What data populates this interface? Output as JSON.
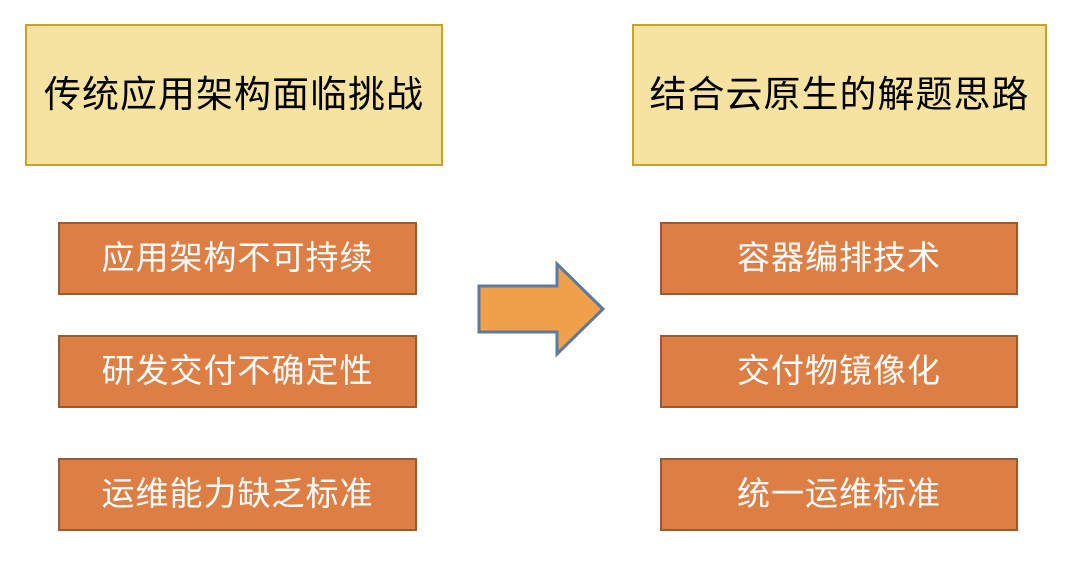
{
  "diagram": {
    "title_left": "传统应用架构面临挑战",
    "title_right": "结合云原生的解题思路",
    "columns": {
      "left": {
        "header": "传统应用架构面临挑战",
        "items": [
          {
            "label": "应用架构不可持续"
          },
          {
            "label": "研发交付不确定性"
          },
          {
            "label": "运维能力缺乏标准"
          }
        ]
      },
      "right": {
        "header": "结合云原生的解题思路",
        "items": [
          {
            "label": "容器编排技术"
          },
          {
            "label": "交付物镜像化"
          },
          {
            "label": "统一运维标准"
          }
        ]
      }
    },
    "connector": {
      "icon": "right-arrow-icon",
      "direction": "right"
    },
    "colors": {
      "header_fill": "#F7E3A1",
      "header_border": "#C9A227",
      "header_text": "#000000",
      "item_fill": "#DD7E45",
      "item_border": "#9C5B2E",
      "item_text": "#FFFFFF",
      "arrow_fill": "#F0A04B",
      "arrow_border": "#5B7A9E",
      "background": "#FFFFFF"
    }
  }
}
